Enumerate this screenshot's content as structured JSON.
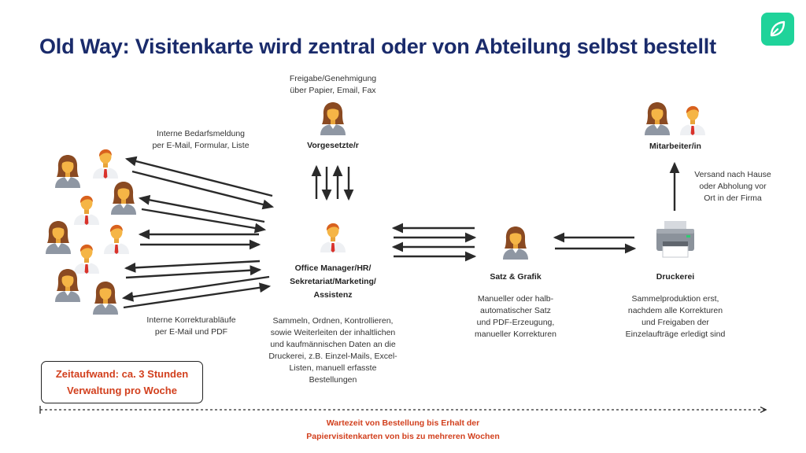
{
  "title": "Old Way: Visitenkarte wird zentral oder von Abteilung selbst bestellt",
  "logo_icon": "leaf-icon",
  "accent_color": "#d2401e",
  "title_color": "#1a2b6b",
  "logo_color": "#1fd39a",
  "nodes": {
    "supervisor": "Vorgesetzte/r",
    "office": "Office Manager/HR/\nSekretariat/Marketing/\nAssistenz",
    "design": "Satz & Grafik",
    "print": "Druckerei",
    "employee": "Mitarbeiter/in"
  },
  "notes": {
    "approval": "Freigabe/Genehmigung\nüber Papier, Email, Fax",
    "internal_request": "Interne Bedarfsmeldung\nper E-Mail, Formular, Liste",
    "internal_correction": "Interne Korrekturabläufe\nper E-Mail und PDF",
    "office_tasks": "Sammeln, Ordnen, Kontrollieren,\nsowie Weiterleiten der inhaltlichen\nund kaufmännischen Daten an die\nDruckerei, z.B.  Einzel-Mails, Excel-\nListen, manuell erfasste\nBestellungen",
    "design_tasks": "Manueller oder halb-\nautomatischer Satz\nund PDF-Erzeugung,\nmanueller Korrekturen",
    "print_tasks": "Sammelproduktion erst,\nnachdem alle Korrekturen\nund Freigaben der\nEinzelaufträge erledigt sind",
    "shipping": "Versand nach Hause\noder Abholung vor\nOrt in der Firma"
  },
  "time_effort": "Zeitaufwand: ca. 3 Stunden\nVerwaltung pro Woche",
  "waiting_time": "Wartezeit von Bestellung bis Erhalt der\nPapiervisitenkarten von bis zu mehreren Wochen"
}
